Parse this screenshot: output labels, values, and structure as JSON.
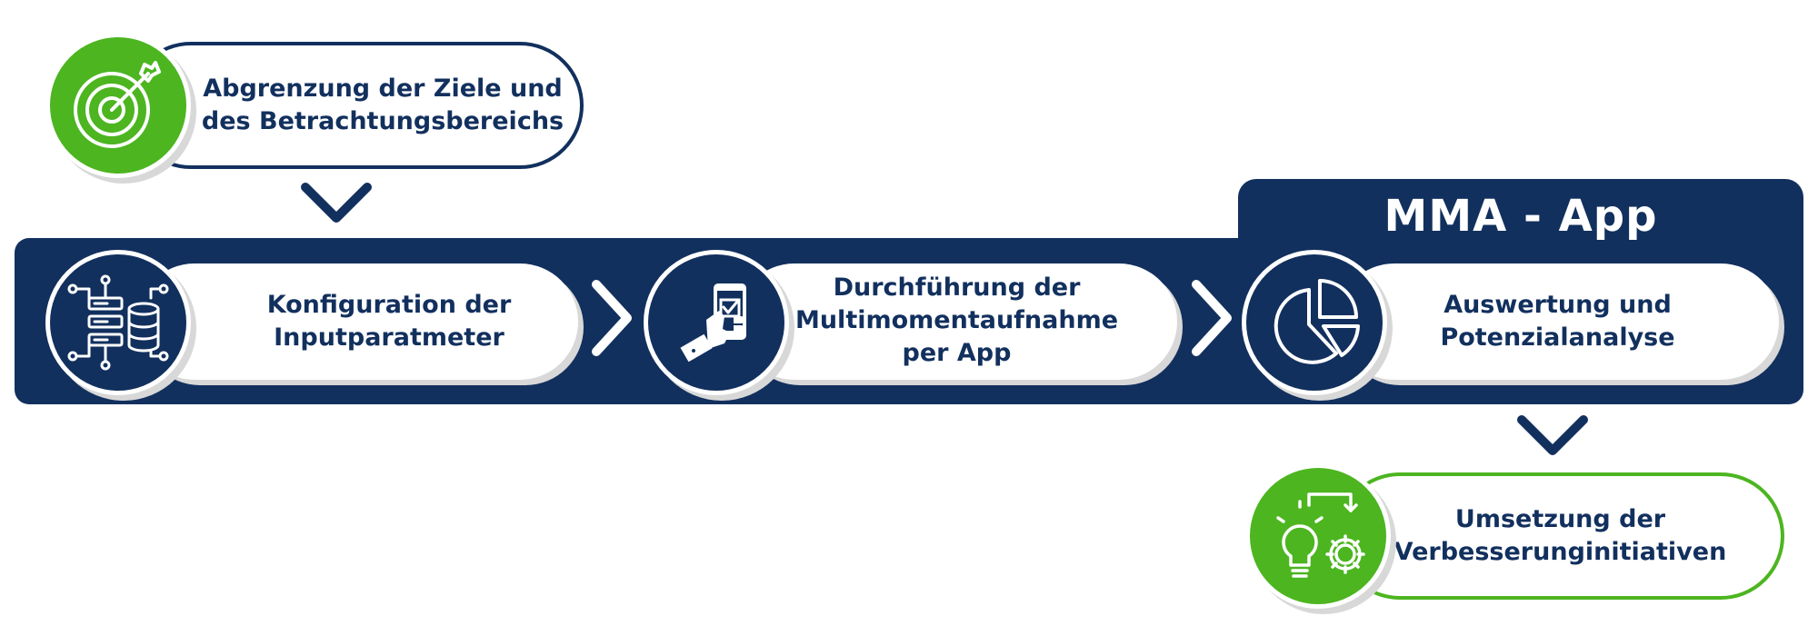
{
  "colors": {
    "navy": "#12305e",
    "green": "#4cb520",
    "white": "#ffffff",
    "shadow": "#d8d8d8"
  },
  "steps": {
    "step1": {
      "line1": "Abgrenzung der Ziele und",
      "line2": "des Betrachtungsbereichs",
      "icon": "target-icon"
    },
    "step2": {
      "line1": "Konfiguration der",
      "line2": "Inputparatmeter",
      "icon": "data-config-icon"
    },
    "step3": {
      "line1": "Durchführung der",
      "line2": "Multimomentaufnahme",
      "line3": "per App",
      "icon": "phone-checklist-icon"
    },
    "step4": {
      "line1": "Auswertung und",
      "line2": "Potenzialanalyse",
      "icon": "pie-chart-icon"
    },
    "step5": {
      "line1": "Umsetzung der",
      "line2": "Verbesserunginitiativen",
      "icon": "lightbulb-gear-icon"
    }
  },
  "app_section": {
    "title": "MMA - App"
  }
}
